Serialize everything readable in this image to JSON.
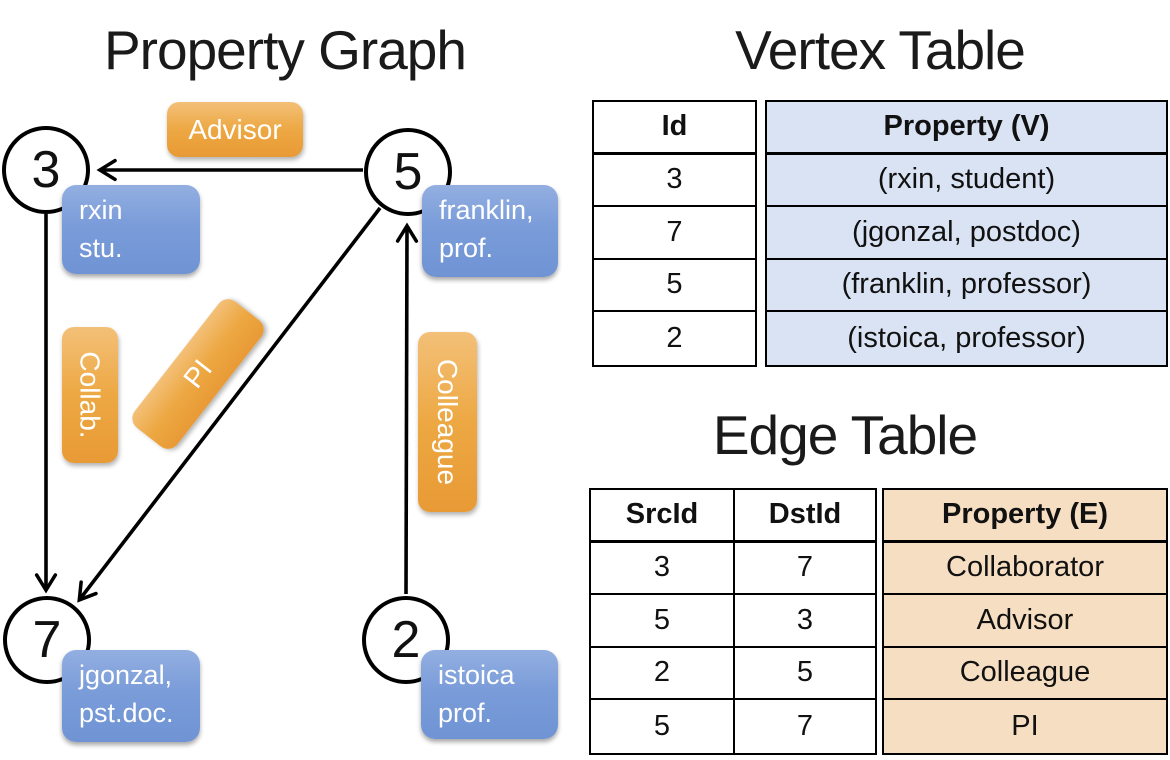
{
  "colors": {
    "orange_label": "#EDA843",
    "blue_node": "#7B9CD9",
    "vertex_property_bg": "#DAE3F3",
    "edge_property_bg": "#F6DEC2"
  },
  "graph": {
    "title": "Property Graph",
    "vertices": [
      {
        "id": "3",
        "prop_line1": "rxin",
        "prop_line2": "stu."
      },
      {
        "id": "5",
        "prop_line1": "franklin,",
        "prop_line2": "prof."
      },
      {
        "id": "7",
        "prop_line1": "jgonzal,",
        "prop_line2": "pst.doc."
      },
      {
        "id": "2",
        "prop_line1": "istoica",
        "prop_line2": "prof."
      }
    ],
    "edge_labels": {
      "advisor": "Advisor",
      "collab": "Collab.",
      "pi": "PI",
      "colleague": "Colleague"
    }
  },
  "vertex_table": {
    "title": "Vertex Table",
    "columns": {
      "id": "Id",
      "property": "Property (V)"
    },
    "rows": [
      {
        "id": "3",
        "property": "(rxin, student)"
      },
      {
        "id": "7",
        "property": "(jgonzal, postdoc)"
      },
      {
        "id": "5",
        "property": "(franklin, professor)"
      },
      {
        "id": "2",
        "property": "(istoica, professor)"
      }
    ]
  },
  "edge_table": {
    "title": "Edge Table",
    "columns": {
      "src": "SrcId",
      "dst": "DstId",
      "property": "Property (E)"
    },
    "rows": [
      {
        "src": "3",
        "dst": "7",
        "property": "Collaborator"
      },
      {
        "src": "5",
        "dst": "3",
        "property": "Advisor"
      },
      {
        "src": "2",
        "dst": "5",
        "property": "Colleague"
      },
      {
        "src": "5",
        "dst": "7",
        "property": "PI"
      }
    ]
  }
}
